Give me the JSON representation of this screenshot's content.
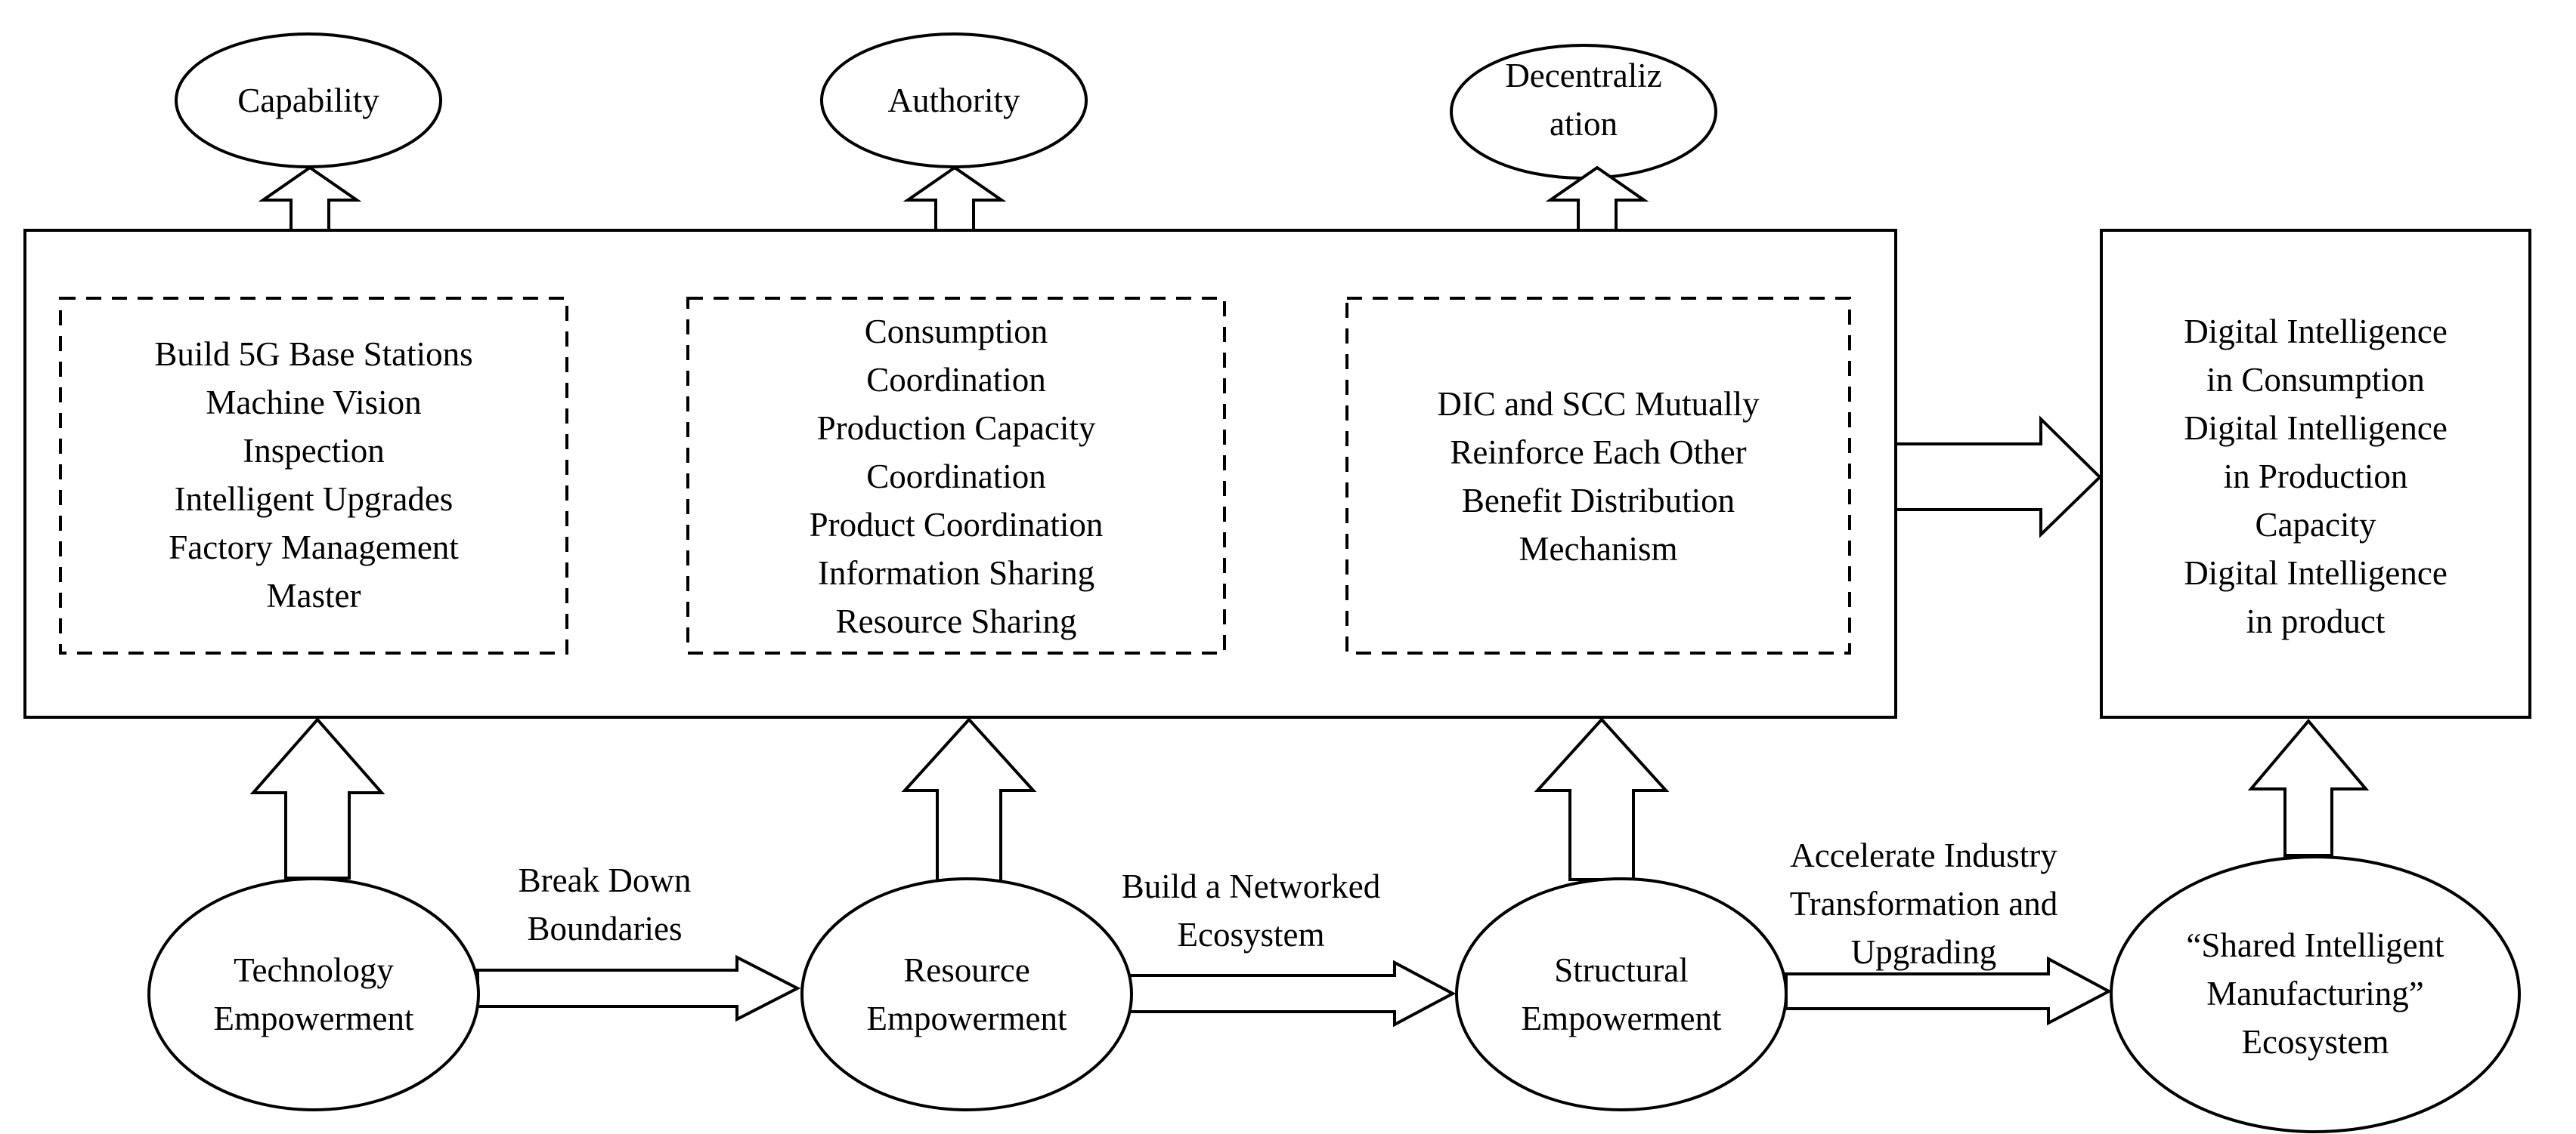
{
  "ovals_top": {
    "capability": "Capability",
    "authority": "Authority",
    "decentralization": [
      "Decentraliz",
      "ation"
    ]
  },
  "inner_boxes": {
    "technology_actions": [
      "Build 5G Base Stations",
      "Machine Vision",
      "Inspection",
      "Intelligent Upgrades",
      "Factory Management",
      "Master"
    ],
    "resource_actions": [
      "Consumption",
      "Coordination",
      "Production Capacity",
      "Coordination",
      "Product Coordination",
      "Information Sharing",
      "Resource Sharing"
    ],
    "structural_actions": [
      "DIC and SCC Mutually",
      "Reinforce Each Other",
      "Benefit Distribution",
      "Mechanism"
    ]
  },
  "result_box": [
    "Digital Intelligence",
    "in Consumption",
    "Digital Intelligence",
    "in Production",
    "Capacity",
    "Digital Intelligence",
    "in product"
  ],
  "bottom_nodes": {
    "technology": [
      "Technology",
      "Empowerment"
    ],
    "resource": [
      "Resource",
      "Empowerment"
    ],
    "structural": [
      "Structural",
      "Empowerment"
    ],
    "ecosystem": [
      "“Shared Intelligent",
      "Manufacturing”",
      "Ecosystem"
    ]
  },
  "arrow_labels": {
    "break_down": [
      "Break Down",
      "Boundaries"
    ],
    "networked": [
      "Build a Networked",
      "Ecosystem"
    ],
    "accelerate": [
      "Accelerate Industry",
      "Transformation and",
      "Upgrading"
    ]
  }
}
